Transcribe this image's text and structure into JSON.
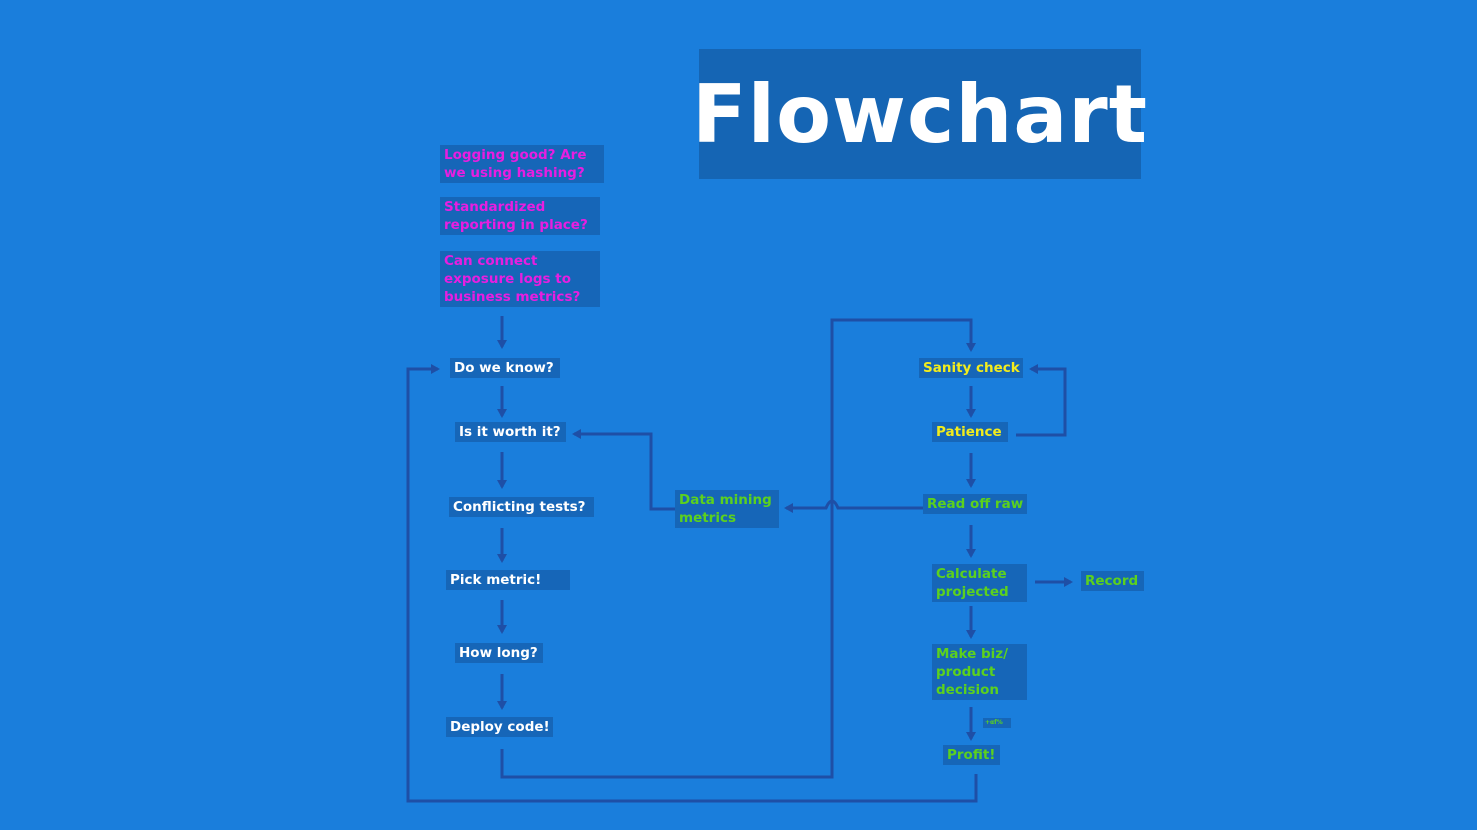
{
  "title": "Flowchart",
  "colors": {
    "background": "#1a7edc",
    "box": "#1666b8",
    "line": "#1e4fa6",
    "text_white": "#ffffff",
    "text_magenta": "#e81ee0",
    "text_yellow": "#f2ec1c",
    "text_green": "#5cd11e"
  },
  "nodes": {
    "logging": "Logging good? Are\nwe using hashing?",
    "reporting": "Standardized\nreporting in place?",
    "connect": "Can connect\nexposure logs to\nbusiness metrics?",
    "know": "Do we know?",
    "worth": "Is it worth it?",
    "conflicting": "Conflicting tests?",
    "pick": "Pick metric!",
    "howlong": "How long?",
    "deploy": "Deploy code!",
    "datamining": "Data mining\nmetrics",
    "sanity": "Sanity check",
    "patience": "Patience",
    "readraw": "Read off raw",
    "calculate": "Calculate\nprojected",
    "record": "Record",
    "decision": "Make biz/\nproduct\ndecision",
    "tiny": "+αf%",
    "profit": "Profit!"
  }
}
